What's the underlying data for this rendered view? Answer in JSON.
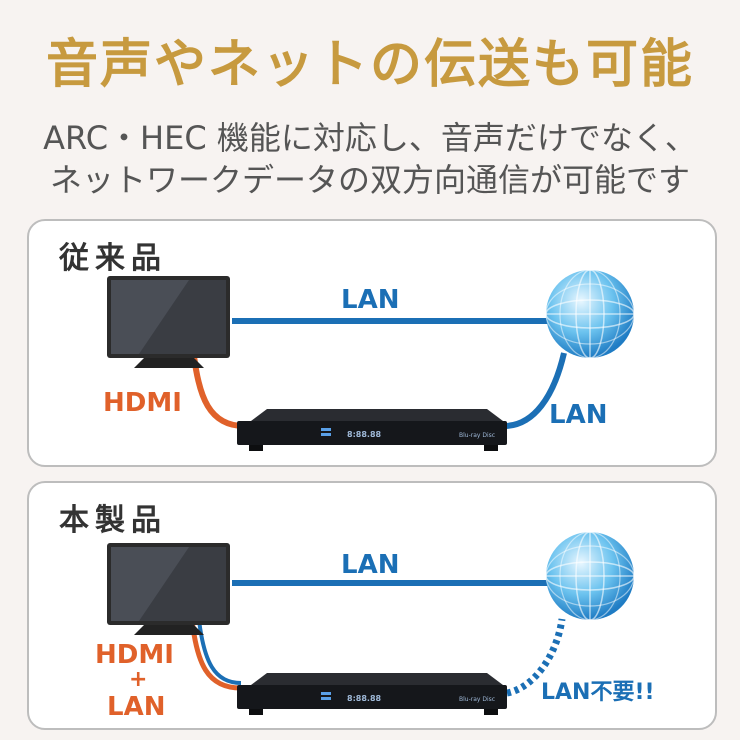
{
  "headline": "音声やネットの伝送も可能",
  "subtitle_line1": "ARC・HEC 機能に対応し、音声だけでなく、",
  "subtitle_line2": "ネットワークデータの双方向通信が可能です",
  "colors": {
    "gold": "#c79a3f",
    "lan_blue": "#1b6fb5",
    "hdmi_orange": "#e0612a"
  },
  "conventional": {
    "title": "従来品",
    "top_lan_label": "LAN",
    "side_lan_label": "LAN",
    "hdmi_label": "HDMI",
    "player_display": "8:88.88",
    "player_logo": "Blu-ray Disc"
  },
  "this_product": {
    "title": "本製品",
    "top_lan_label": "LAN",
    "hdmi_label": "HDMI",
    "plus_label": "+",
    "lan_label": "LAN",
    "lan_unneeded_label": "LAN不要!!",
    "player_display": "8:88.88",
    "player_logo": "Blu-ray Disc"
  }
}
